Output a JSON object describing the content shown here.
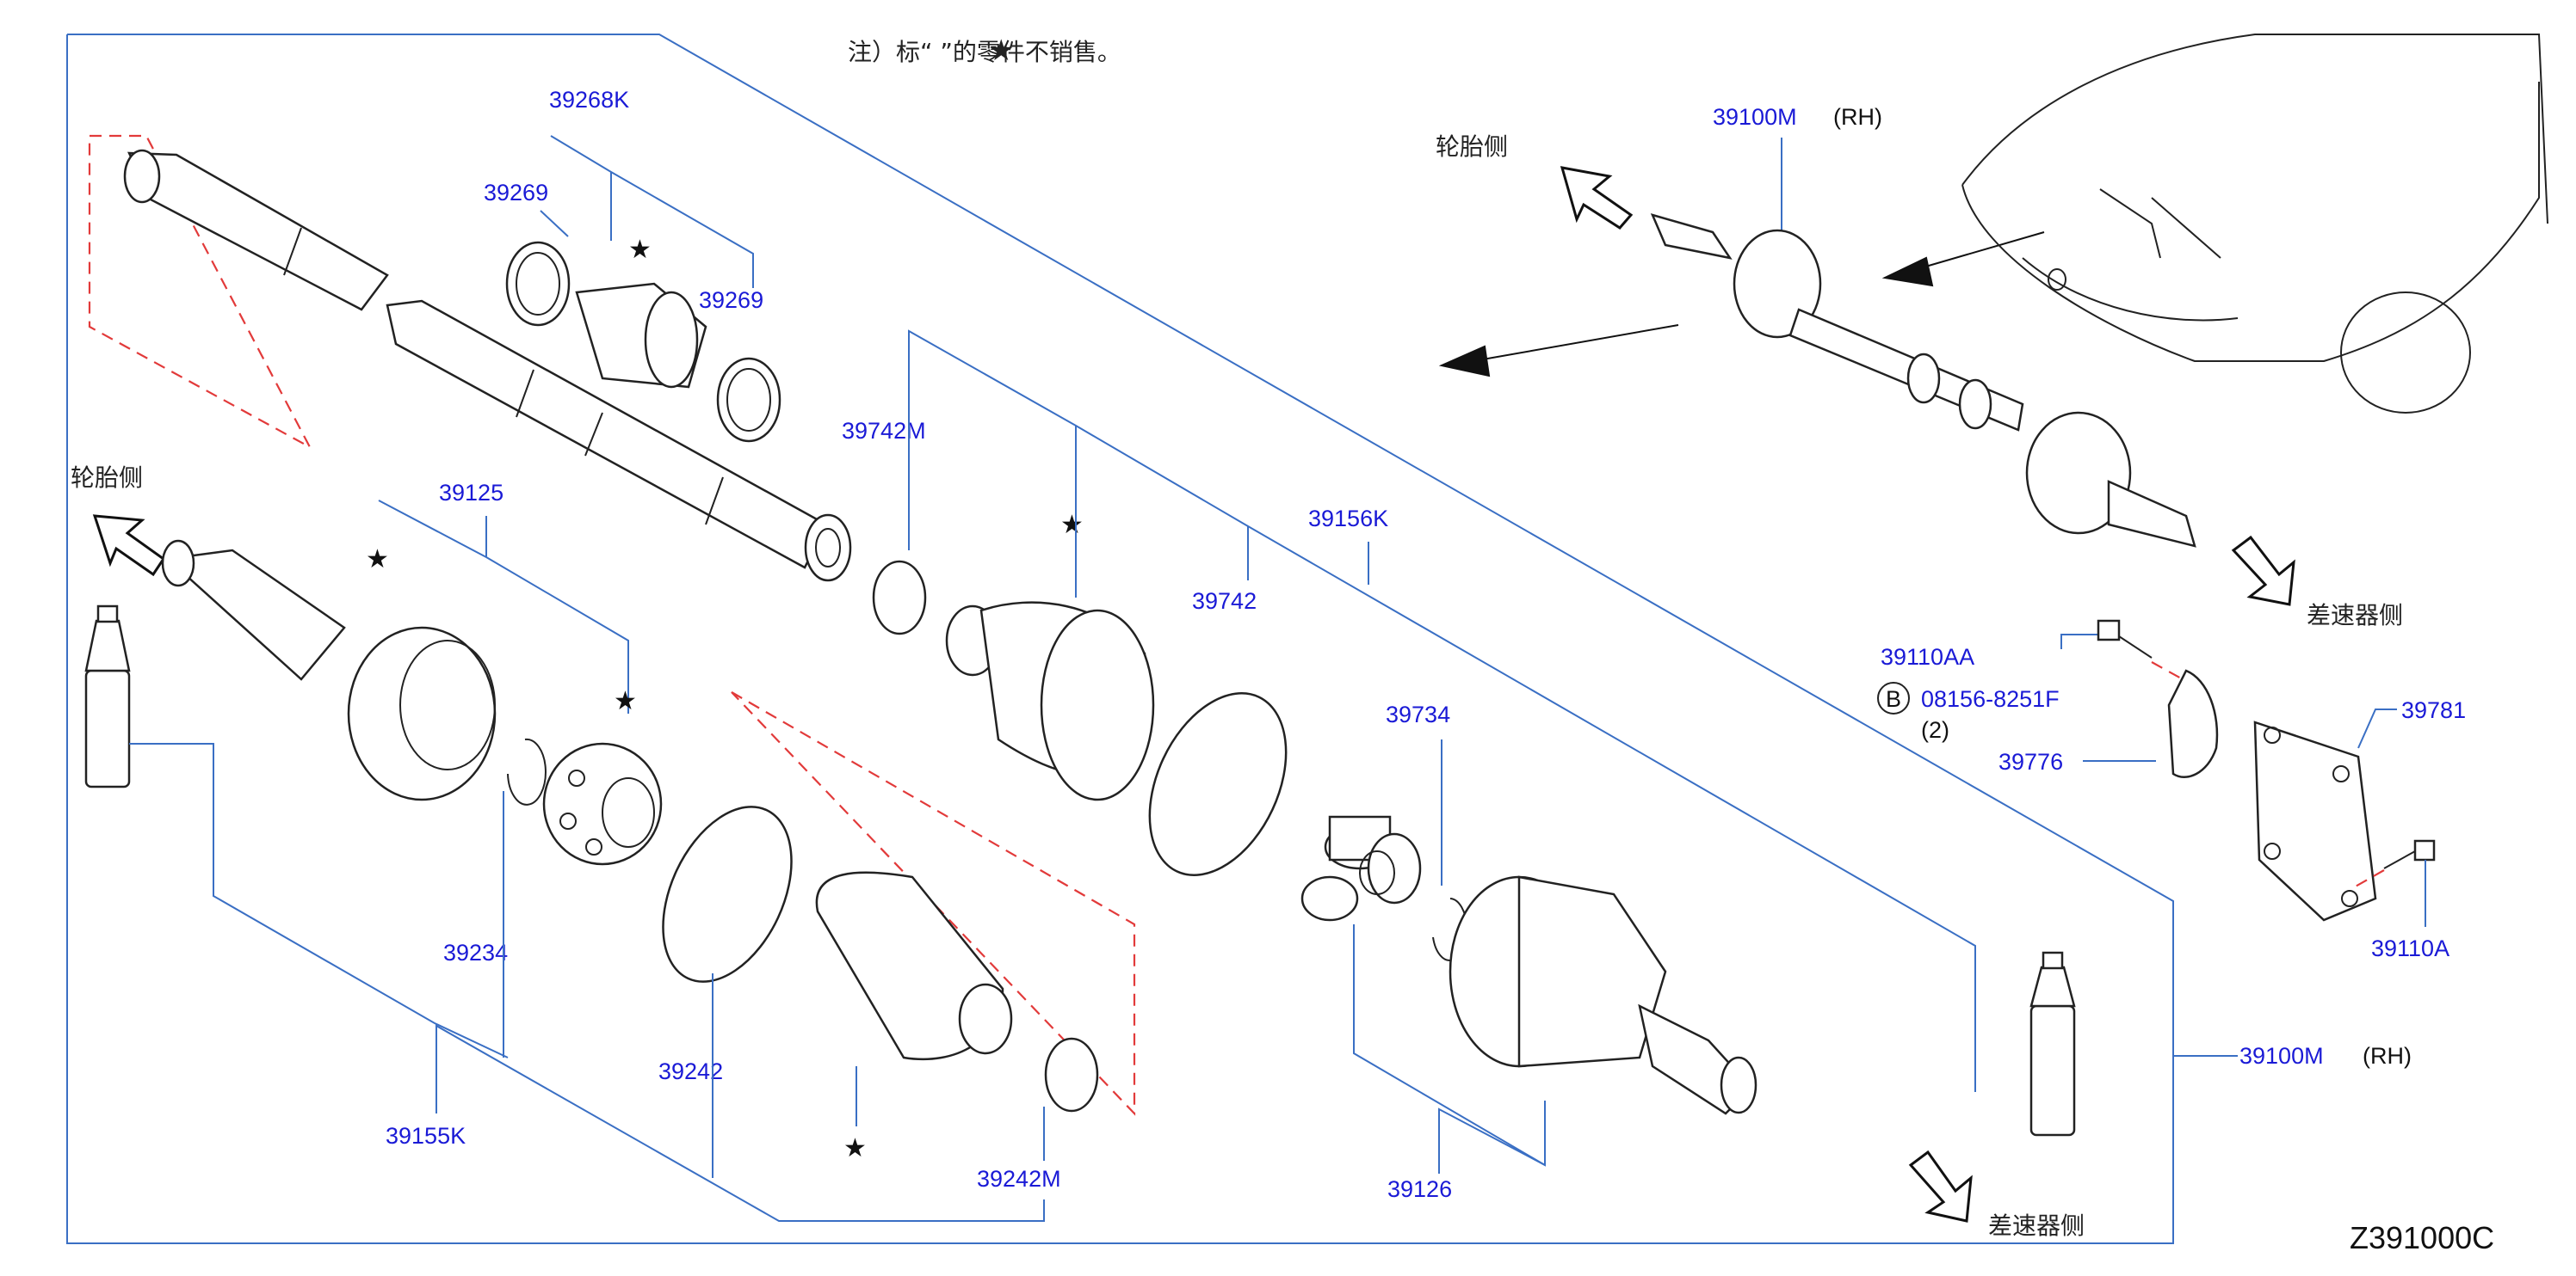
{
  "note": "注）标“   ”的零件不销售。",
  "note_star": "★",
  "side_labels": {
    "tire_side_top": "轮胎侧",
    "tire_side_left": "轮胎侧",
    "diff_side_right": "差速器侧",
    "diff_side_bottom": "差速器侧"
  },
  "parts": {
    "p39268K": "39268K",
    "p39269a": "39269",
    "p39269b": "39269",
    "p39742M": "39742M",
    "p39742": "39742",
    "p39156K": "39156K",
    "p39125": "39125",
    "p39734": "39734",
    "p39234": "39234",
    "p39242": "39242",
    "p39242M": "39242M",
    "p39155K": "39155K",
    "p39126": "39126",
    "p39100M_top": "39100M",
    "p39100M_bottom": "39100M",
    "p39110AA": "39110AA",
    "p08156": "08156-8251F",
    "p39776": "39776",
    "p39781": "39781",
    "p39110A": "39110A"
  },
  "rh_top": "(RH)",
  "rh_bottom": "(RH)",
  "bolt_ref": "B",
  "bolt_qty": "(2)",
  "diagram_code": "Z391000C",
  "colors": {
    "part_number": "#1a1ad6",
    "leader": "#3a6fc4",
    "dashed": "#e23a3a",
    "line": "#222222"
  }
}
